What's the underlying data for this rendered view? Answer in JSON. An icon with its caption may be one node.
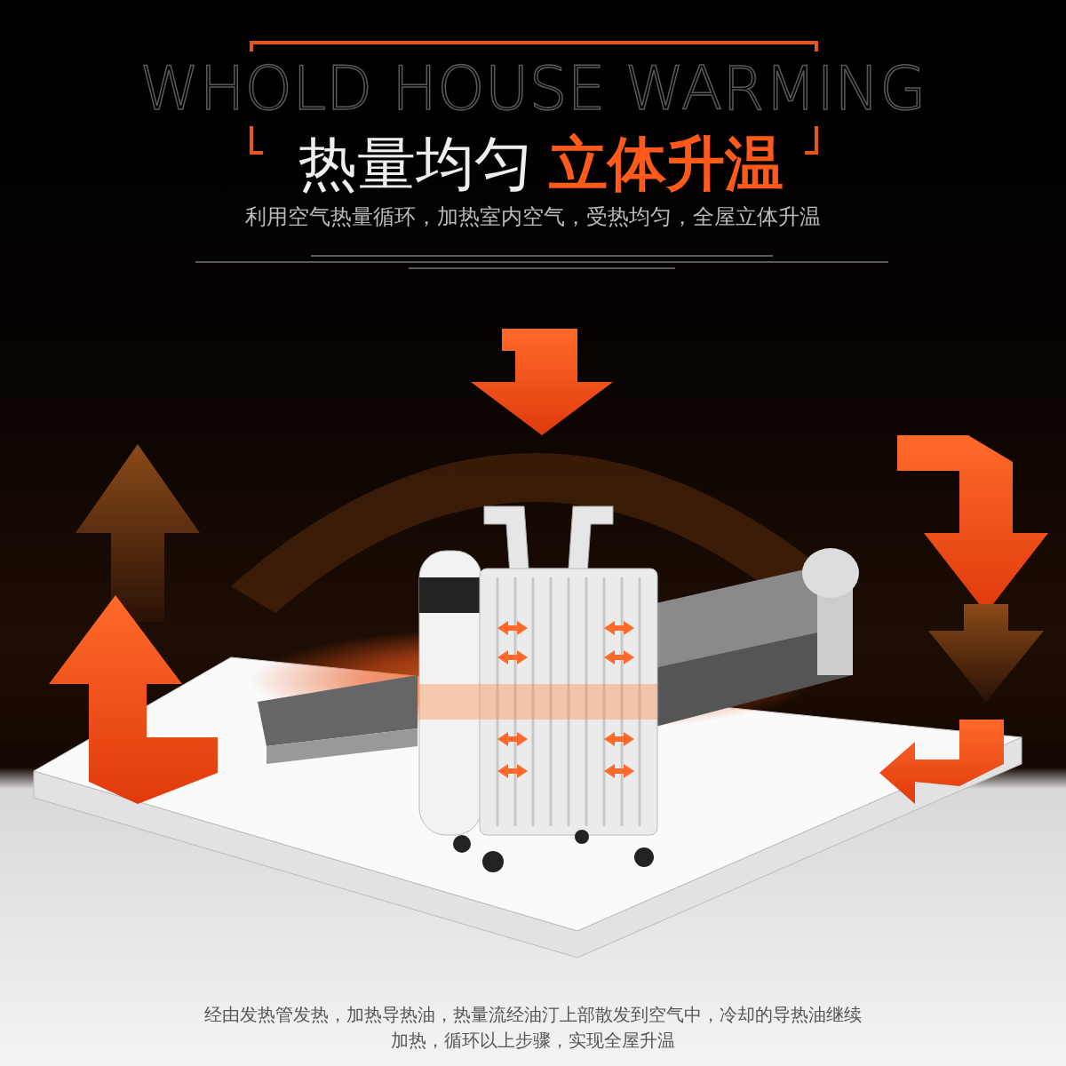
{
  "diagram": {
    "labels": [
      "WHOLD HOUSE WARMING",
      "热量均匀",
      "立体升温",
      "利用空气热量循环，加热室内空气，受热均匀，全屋立体升温",
      "经由发热管发热，加热导热油，热量流经油汀上部散发到空气中，冷却的导热油继续加热，循环以上步骤，实现全屋升温"
    ]
  }
}
